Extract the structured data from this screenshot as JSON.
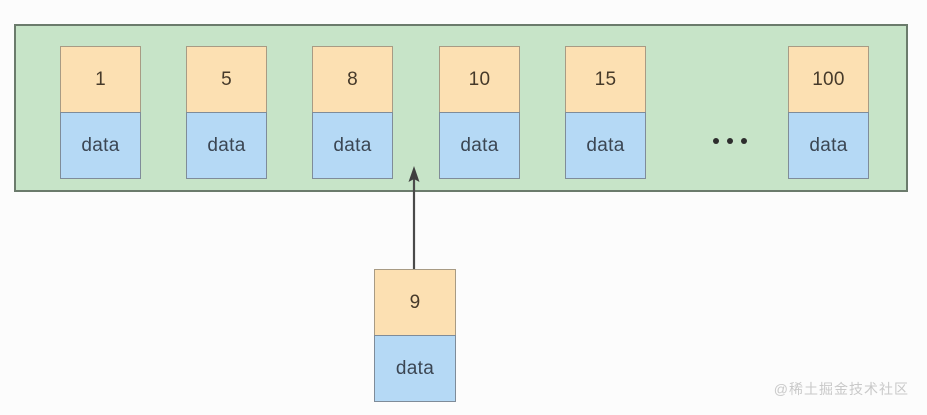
{
  "diagram": {
    "title": "sorted-array-insertion",
    "colors": {
      "page_background": "#fcfcfc",
      "container_fill": "#c7e4c8",
      "container_border": "#6b7b6c",
      "value_cell_fill": "#fce0b2",
      "value_cell_border": "#a89b84",
      "data_cell_fill": "#b5d9f5",
      "data_cell_border": "#7f8c99",
      "arrow": "#4a4a4a",
      "watermark": "#c9c9c9"
    },
    "array": {
      "nodes": [
        {
          "value": "1",
          "data_label": "data"
        },
        {
          "value": "5",
          "data_label": "data"
        },
        {
          "value": "8",
          "data_label": "data"
        },
        {
          "value": "10",
          "data_label": "data"
        },
        {
          "value": "15",
          "data_label": "data"
        },
        {
          "value": "100",
          "data_label": "data"
        }
      ],
      "ellipsis": "..."
    },
    "insert": {
      "node": {
        "value": "9",
        "data_label": "data"
      },
      "arrow_label": ""
    },
    "watermark": "@稀土掘金技术社区"
  }
}
